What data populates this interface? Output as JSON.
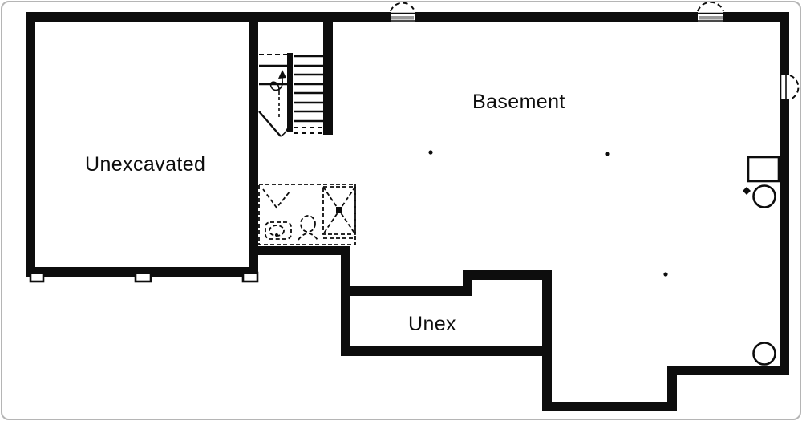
{
  "labels": {
    "unexcavated": "Unexcavated",
    "basement": "Basement",
    "unex": "Unex"
  },
  "colors": {
    "ink": "#0d0d0d",
    "paper": "#ffffff",
    "frame": "#b5b5b5",
    "window_band": "#9a9a9a"
  },
  "fixtures": [
    {
      "name": "window-well-icon",
      "shape": "dashed semicircle",
      "count": 3
    },
    {
      "name": "basement-window-icon",
      "shape": "white gap in wall with pane lines",
      "count": 3
    },
    {
      "name": "stair-run-icon",
      "shape": "parallel treads with curl direction arrow"
    },
    {
      "name": "door-swing-icon",
      "shape": "diagonal leaf with quarter arc"
    },
    {
      "name": "future-bath-rough-in",
      "shape": "dashed box with toilet, lavatory, shower"
    },
    {
      "name": "equipment-square-icon",
      "shape": "outlined square"
    },
    {
      "name": "water-heater-icon",
      "shape": "outlined circle"
    },
    {
      "name": "sump-pump-icon",
      "shape": "outlined circle"
    },
    {
      "name": "floor-drain-icon",
      "shape": "small filled diamond"
    },
    {
      "name": "support-column-dot",
      "shape": "small filled dot",
      "count": 3
    },
    {
      "name": "footing-tab",
      "shape": "small outlined notch",
      "count": 3
    }
  ]
}
